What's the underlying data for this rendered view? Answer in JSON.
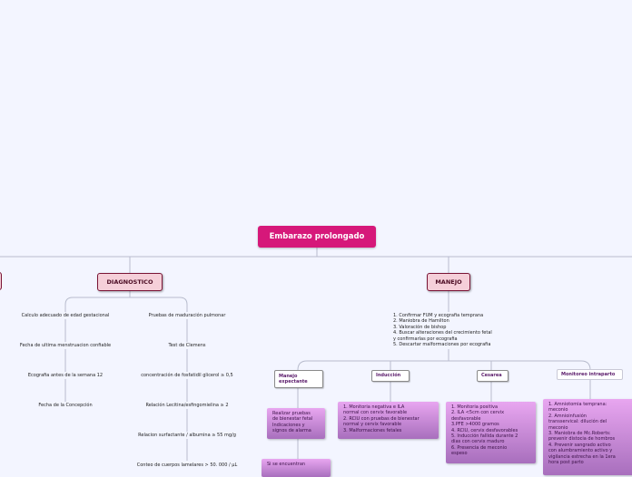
{
  "root": {
    "label": "Embarazo prolongado"
  },
  "diagnostico": {
    "label": "DIAGNOSTICO",
    "left_items": [
      "Calculo adecuado de edad gestacional",
      "Fecha de ultima menstruacion confiable",
      "Ecografia antes de la semana 12",
      "Fecha de la Concepción"
    ],
    "right_header": "Pruebas de maduración pulmonar",
    "right_items": [
      "Test de Clemens",
      "concentración de fosfatidil glicerol ≥ 0,5",
      "Relación Lecitina/esfingomielina ≥ 2",
      "Relacion surfactante / albumina ≥ 55 mg/g",
      "Conteo de cuerpos lamelares > 50. 000 / µL"
    ]
  },
  "manejo": {
    "label": "MANEJO",
    "steps_text": "1. Confirmar FUM y ecografia temprana\n2. Maniobra de Hamilton\n3. Valoración de bishop\n4. Buscar alteraciones del crecimiento fetal\ny confirmarlas por ecografia\n5. Descartar malformaciones por ecografia",
    "branches": {
      "expectante": {
        "label": "Manejo\nexpectante",
        "detail": "Realizar pruebas\nde bienestar fetal\nIndicaciones y\nsignos de alarma",
        "detail2": "Si se encuentran"
      },
      "induccion": {
        "label": "Inducción",
        "detail": "1. Monitoria negativa e ILA\nnormal con cervix favorable\n2. RCIU con pruebas de bienestar\nnormal y cervix favorable\n3. Malformaciones fetales"
      },
      "cesarea": {
        "label": "Cesarea",
        "detail": "1. Monitoria positiva\n2. ILA <5cm con cervix\ndesfavorable\n3.PFE >4000 gramos\n4. RCIU, cervix desfavorables\n5. Inducción fallida durante 2\ndias con cervix maduro\n6. Presencia de meconio\nespeso"
      },
      "monitoreo": {
        "label": "Monitoreo intraparto",
        "detail": "1. Amniotomia temprana:\nmeconio\n2. Amnioinfusión\ntransservical: dilución del\nmeconio\n3. Maniobra de Mc.Roberts:\nprevenir distocia de hombros\n4. Prevenir sangrado activo\ncon alumbramiento activo y\nvigilancia estrecha en la 1era\nhora post parto"
      }
    }
  },
  "colors": {
    "background": "#f3f5ff",
    "root_fill": "#d6187a",
    "main_fill": "#f5cfd9",
    "main_border": "#7a1436",
    "detail_gradient_top": "#e8a6f0",
    "detail_gradient_bottom": "#a86fbd",
    "connector": "#b8bccd"
  }
}
